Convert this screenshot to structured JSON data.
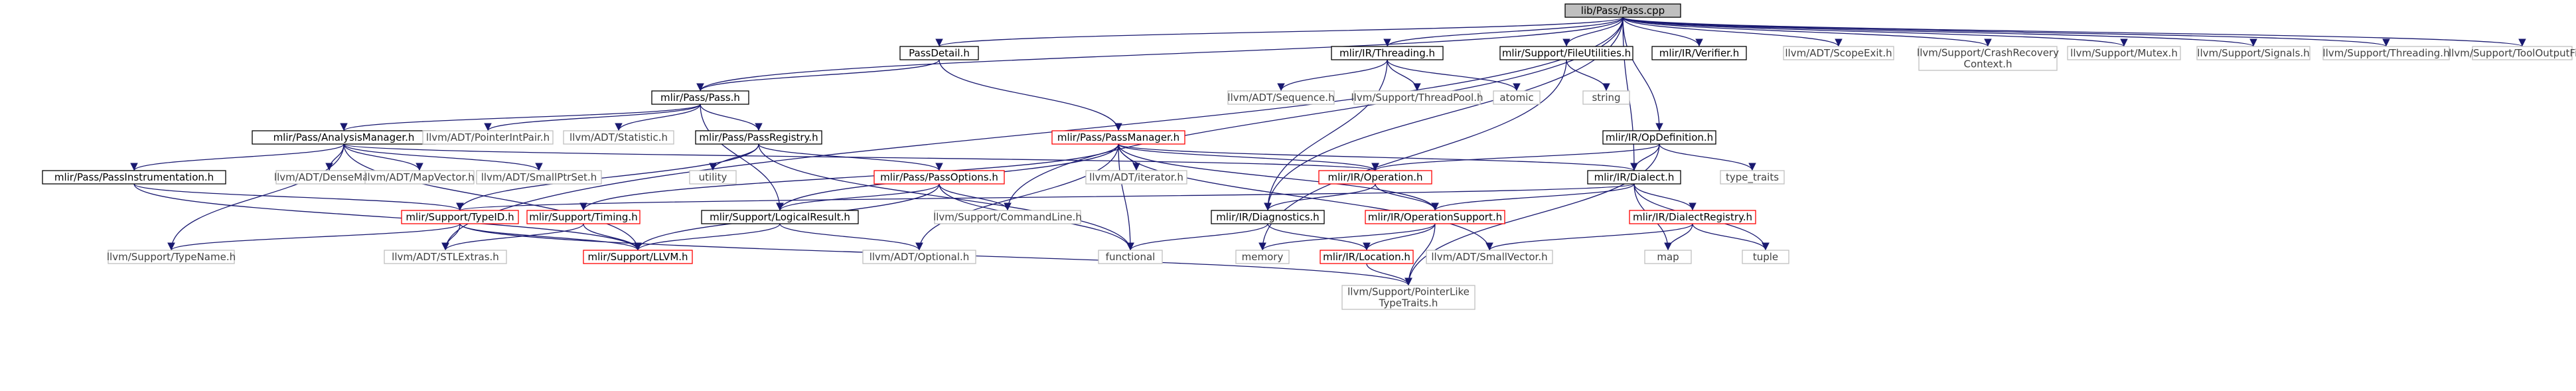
{
  "graph": {
    "colors": {
      "edge": "#191970",
      "root_fill": "#bfbfbf",
      "normal_border": "#000000",
      "red_border": "#ff0000",
      "grey_border": "#bfbfbf",
      "text": "#000000",
      "grey_text": "#404040"
    },
    "nodes": [
      {
        "id": "root",
        "lines": [
          "lib/Pass/Pass.cpp"
        ],
        "style": "root"
      },
      {
        "id": "passdetail",
        "lines": [
          "PassDetail.h"
        ],
        "style": "normal"
      },
      {
        "id": "threading",
        "lines": [
          "mlir/IR/Threading.h"
        ],
        "style": "normal"
      },
      {
        "id": "fileutils",
        "lines": [
          "mlir/Support/FileUtilities.h"
        ],
        "style": "normal"
      },
      {
        "id": "verifier",
        "lines": [
          "mlir/IR/Verifier.h"
        ],
        "style": "normal"
      },
      {
        "id": "scopeexit",
        "lines": [
          "llvm/ADT/ScopeExit.h"
        ],
        "style": "grey"
      },
      {
        "id": "crashrec",
        "lines": [
          "llvm/Support/CrashRecovery",
          "Context.h"
        ],
        "style": "grey"
      },
      {
        "id": "mutex",
        "lines": [
          "llvm/Support/Mutex.h"
        ],
        "style": "grey"
      },
      {
        "id": "signals",
        "lines": [
          "llvm/Support/Signals.h"
        ],
        "style": "grey"
      },
      {
        "id": "llvmthreading",
        "lines": [
          "llvm/Support/Threading.h"
        ],
        "style": "grey"
      },
      {
        "id": "tooloutput",
        "lines": [
          "llvm/Support/ToolOutputFile.h"
        ],
        "style": "grey"
      },
      {
        "id": "pass",
        "lines": [
          "mlir/Pass/Pass.h"
        ],
        "style": "normal"
      },
      {
        "id": "sequence",
        "lines": [
          "llvm/ADT/Sequence.h"
        ],
        "style": "grey"
      },
      {
        "id": "threadpool",
        "lines": [
          "llvm/Support/ThreadPool.h"
        ],
        "style": "grey"
      },
      {
        "id": "atomic",
        "lines": [
          "atomic"
        ],
        "style": "grey"
      },
      {
        "id": "string",
        "lines": [
          "string"
        ],
        "style": "grey"
      },
      {
        "id": "passmanager",
        "lines": [
          "mlir/Pass/PassManager.h"
        ],
        "style": "red"
      },
      {
        "id": "opdef",
        "lines": [
          "mlir/IR/OpDefinition.h"
        ],
        "style": "normal"
      },
      {
        "id": "typetraits",
        "lines": [
          "type_traits"
        ],
        "style": "grey"
      },
      {
        "id": "analysismgr",
        "lines": [
          "mlir/Pass/AnalysisManager.h"
        ],
        "style": "normal"
      },
      {
        "id": "pointerintpair",
        "lines": [
          "llvm/ADT/PointerIntPair.h"
        ],
        "style": "grey"
      },
      {
        "id": "statistic",
        "lines": [
          "llvm/ADT/Statistic.h"
        ],
        "style": "grey"
      },
      {
        "id": "passregistry",
        "lines": [
          "mlir/Pass/PassRegistry.h"
        ],
        "style": "normal"
      },
      {
        "id": "passinstr",
        "lines": [
          "mlir/Pass/PassInstrumentation.h"
        ],
        "style": "normal"
      },
      {
        "id": "densemap",
        "lines": [
          "llvm/ADT/DenseMap.h"
        ],
        "style": "grey"
      },
      {
        "id": "mapvector",
        "lines": [
          "llvm/ADT/MapVector.h"
        ],
        "style": "grey"
      },
      {
        "id": "smallptrset",
        "lines": [
          "llvm/ADT/SmallPtrSet.h"
        ],
        "style": "grey"
      },
      {
        "id": "utility",
        "lines": [
          "utility"
        ],
        "style": "grey"
      },
      {
        "id": "passoptions",
        "lines": [
          "mlir/Pass/PassOptions.h"
        ],
        "style": "red"
      },
      {
        "id": "iterator",
        "lines": [
          "llvm/ADT/iterator.h"
        ],
        "style": "grey"
      },
      {
        "id": "operation",
        "lines": [
          "mlir/IR/Operation.h"
        ],
        "style": "red"
      },
      {
        "id": "dialect",
        "lines": [
          "mlir/IR/Dialect.h"
        ],
        "style": "normal"
      },
      {
        "id": "typeid",
        "lines": [
          "mlir/Support/TypeID.h"
        ],
        "style": "red"
      },
      {
        "id": "timing",
        "lines": [
          "mlir/Support/Timing.h"
        ],
        "style": "red"
      },
      {
        "id": "logicalresult",
        "lines": [
          "mlir/Support/LogicalResult.h"
        ],
        "style": "normal"
      },
      {
        "id": "cmdline",
        "lines": [
          "llvm/Support/CommandLine.h"
        ],
        "style": "grey"
      },
      {
        "id": "diagnostics",
        "lines": [
          "mlir/IR/Diagnostics.h"
        ],
        "style": "normal"
      },
      {
        "id": "opsupport",
        "lines": [
          "mlir/IR/OperationSupport.h"
        ],
        "style": "red"
      },
      {
        "id": "dialectreg",
        "lines": [
          "mlir/IR/DialectRegistry.h"
        ],
        "style": "red"
      },
      {
        "id": "typename",
        "lines": [
          "llvm/Support/TypeName.h"
        ],
        "style": "grey"
      },
      {
        "id": "stlextras",
        "lines": [
          "llvm/ADT/STLExtras.h"
        ],
        "style": "grey"
      },
      {
        "id": "llvmh",
        "lines": [
          "mlir/Support/LLVM.h"
        ],
        "style": "red"
      },
      {
        "id": "optional",
        "lines": [
          "llvm/ADT/Optional.h"
        ],
        "style": "grey"
      },
      {
        "id": "functional",
        "lines": [
          "functional"
        ],
        "style": "grey"
      },
      {
        "id": "memory",
        "lines": [
          "memory"
        ],
        "style": "grey"
      },
      {
        "id": "location",
        "lines": [
          "mlir/IR/Location.h"
        ],
        "style": "red"
      },
      {
        "id": "smallvector",
        "lines": [
          "llvm/ADT/SmallVector.h"
        ],
        "style": "grey"
      },
      {
        "id": "map",
        "lines": [
          "map"
        ],
        "style": "grey"
      },
      {
        "id": "tuple",
        "lines": [
          "tuple"
        ],
        "style": "grey"
      },
      {
        "id": "pointerlike",
        "lines": [
          "llvm/Support/PointerLike",
          "TypeTraits.h"
        ],
        "style": "grey"
      }
    ],
    "edges": [
      [
        "root",
        "passdetail"
      ],
      [
        "root",
        "threading"
      ],
      [
        "root",
        "fileutils"
      ],
      [
        "root",
        "verifier"
      ],
      [
        "root",
        "scopeexit"
      ],
      [
        "root",
        "crashrec"
      ],
      [
        "root",
        "mutex"
      ],
      [
        "root",
        "signals"
      ],
      [
        "root",
        "llvmthreading"
      ],
      [
        "root",
        "tooloutput"
      ],
      [
        "root",
        "pass"
      ],
      [
        "root",
        "opdef"
      ],
      [
        "root",
        "dialect"
      ],
      [
        "root",
        "diagnostics"
      ],
      [
        "root",
        "cmdline"
      ],
      [
        "root",
        "stlextras"
      ],
      [
        "passdetail",
        "pass"
      ],
      [
        "passdetail",
        "passmanager"
      ],
      [
        "threading",
        "diagnostics"
      ],
      [
        "threading",
        "sequence"
      ],
      [
        "threading",
        "threadpool"
      ],
      [
        "threading",
        "atomic"
      ],
      [
        "fileutils",
        "string"
      ],
      [
        "fileutils",
        "memory"
      ],
      [
        "pass",
        "analysismgr"
      ],
      [
        "pass",
        "pointerintpair"
      ],
      [
        "pass",
        "statistic"
      ],
      [
        "pass",
        "passregistry"
      ],
      [
        "pass",
        "logicalresult"
      ],
      [
        "analysismgr",
        "operation"
      ],
      [
        "analysismgr",
        "passinstr"
      ],
      [
        "analysismgr",
        "densemap"
      ],
      [
        "analysismgr",
        "mapvector"
      ],
      [
        "analysismgr",
        "smallptrset"
      ],
      [
        "analysismgr",
        "typename"
      ],
      [
        "analysismgr",
        "llvmh"
      ],
      [
        "passinstr",
        "typeid"
      ],
      [
        "passinstr",
        "llvmh"
      ],
      [
        "passregistry",
        "utility"
      ],
      [
        "passregistry",
        "passoptions"
      ],
      [
        "passregistry",
        "typeid"
      ],
      [
        "passregistry",
        "functional"
      ],
      [
        "passmanager",
        "operation"
      ],
      [
        "passmanager",
        "opsupport"
      ],
      [
        "passmanager",
        "dialect"
      ],
      [
        "passmanager",
        "iterator"
      ],
      [
        "passmanager",
        "timing"
      ],
      [
        "passmanager",
        "logicalresult"
      ],
      [
        "passmanager",
        "functional"
      ],
      [
        "passmanager",
        "optional"
      ],
      [
        "passmanager",
        "smallvector"
      ],
      [
        "passoptions",
        "logicalresult"
      ],
      [
        "passoptions",
        "cmdline"
      ],
      [
        "passoptions",
        "llvmh"
      ],
      [
        "passoptions",
        "functional"
      ],
      [
        "opdef",
        "operation"
      ],
      [
        "opdef",
        "dialect"
      ],
      [
        "opdef",
        "typetraits"
      ],
      [
        "opdef",
        "pointerlike"
      ],
      [
        "operation",
        "diagnostics"
      ],
      [
        "operation",
        "opsupport"
      ],
      [
        "dialect",
        "opsupport"
      ],
      [
        "dialect",
        "dialectreg"
      ],
      [
        "dialect",
        "typeid"
      ],
      [
        "dialect",
        "map"
      ],
      [
        "dialect",
        "tuple"
      ],
      [
        "typeid",
        "typename"
      ],
      [
        "typeid",
        "stlextras"
      ],
      [
        "typeid",
        "llvmh"
      ],
      [
        "typeid",
        "pointerlike"
      ],
      [
        "timing",
        "llvmh"
      ],
      [
        "timing",
        "stlextras"
      ],
      [
        "logicalresult",
        "llvmh"
      ],
      [
        "logicalresult",
        "optional"
      ],
      [
        "diagnostics",
        "location"
      ],
      [
        "diagnostics",
        "functional"
      ],
      [
        "opsupport",
        "location"
      ],
      [
        "opsupport",
        "memory"
      ],
      [
        "opsupport",
        "pointerlike"
      ],
      [
        "dialectreg",
        "map"
      ],
      [
        "dialectreg",
        "tuple"
      ],
      [
        "dialectreg",
        "smallvector"
      ],
      [
        "location",
        "pointerlike"
      ]
    ]
  }
}
